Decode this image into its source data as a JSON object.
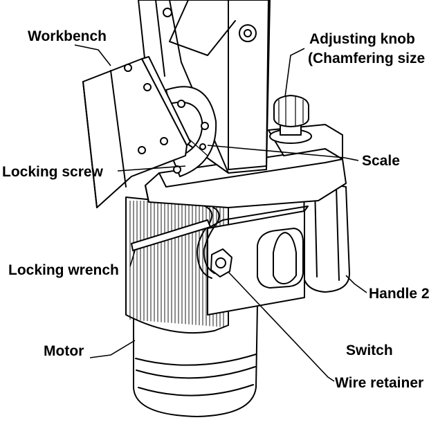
{
  "labels": {
    "workbench": "Workbench",
    "adjusting_knob_line1": "Adjusting knob",
    "adjusting_knob_line2": "(Chamfering size",
    "scale": "Scale",
    "locking_screw": "Locking screw",
    "locking_wrench": "Locking wrench",
    "handle2": "Handle 2",
    "motor": "Motor",
    "switch": "Switch",
    "wire_retainer": "Wire retainer"
  }
}
